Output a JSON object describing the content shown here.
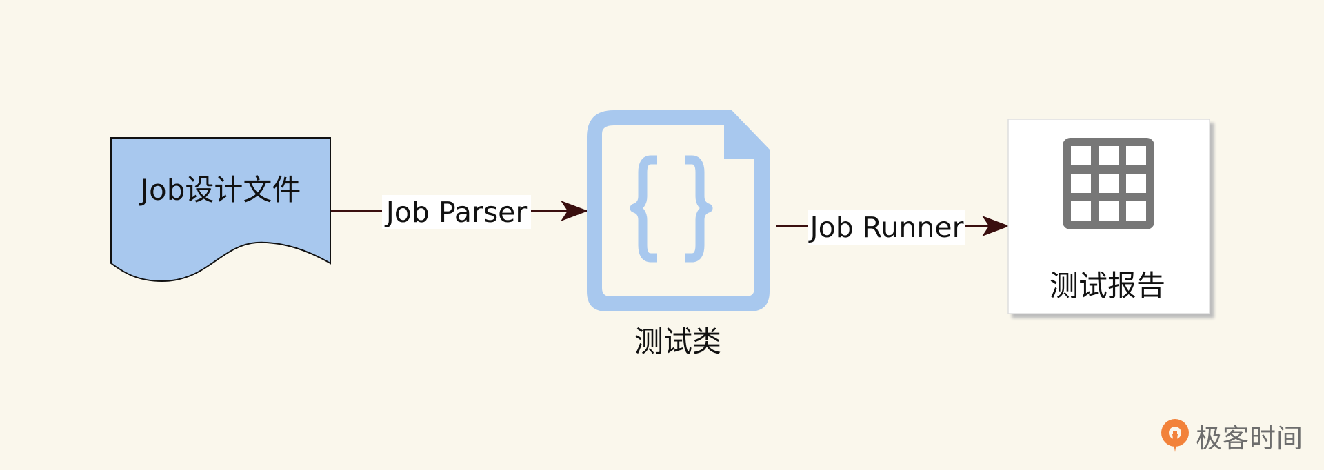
{
  "nodes": {
    "job_design_file": {
      "label": "Job设计文件",
      "fill": "#a8c8ee"
    },
    "test_class": {
      "label": "测试类",
      "icon": "code-file-icon",
      "color": "#a8c8ee"
    },
    "test_report": {
      "label": "测试报告",
      "icon": "grid-table-icon",
      "icon_color": "#777777"
    }
  },
  "edges": {
    "parser": {
      "label": "Job Parser",
      "color": "#3a0f0f"
    },
    "runner": {
      "label": "Job Runner",
      "color": "#3a0f0f"
    }
  },
  "brand": {
    "name": "极客时间",
    "logo_color": "#f2823a"
  }
}
